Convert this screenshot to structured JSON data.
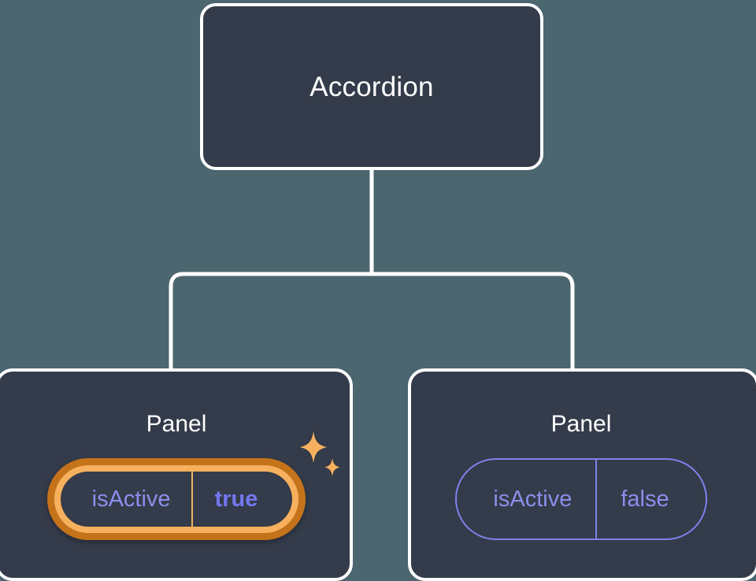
{
  "canvas": {
    "background_color": "#4c6670",
    "card_fill_color": "#343b4a",
    "card_border_color": "#ffffff",
    "connector_color": "#ffffff",
    "accent_prop_color": "#8a8fec",
    "accent_value_color": "#7378ef",
    "highlight_outer_ring_color": "#c5731b",
    "highlight_inner_ring_color": "#f7b15e",
    "sparkle_color": "#f7b15e"
  },
  "tree": {
    "root": {
      "title": "Accordion"
    },
    "children": [
      {
        "title": "Panel",
        "prop": {
          "name": "isActive",
          "value": "true",
          "highlighted": true,
          "value_bold": true,
          "sparkle_count": 2
        }
      },
      {
        "title": "Panel",
        "prop": {
          "name": "isActive",
          "value": "false",
          "highlighted": false,
          "value_bold": false,
          "sparkle_count": 0
        }
      }
    ]
  }
}
